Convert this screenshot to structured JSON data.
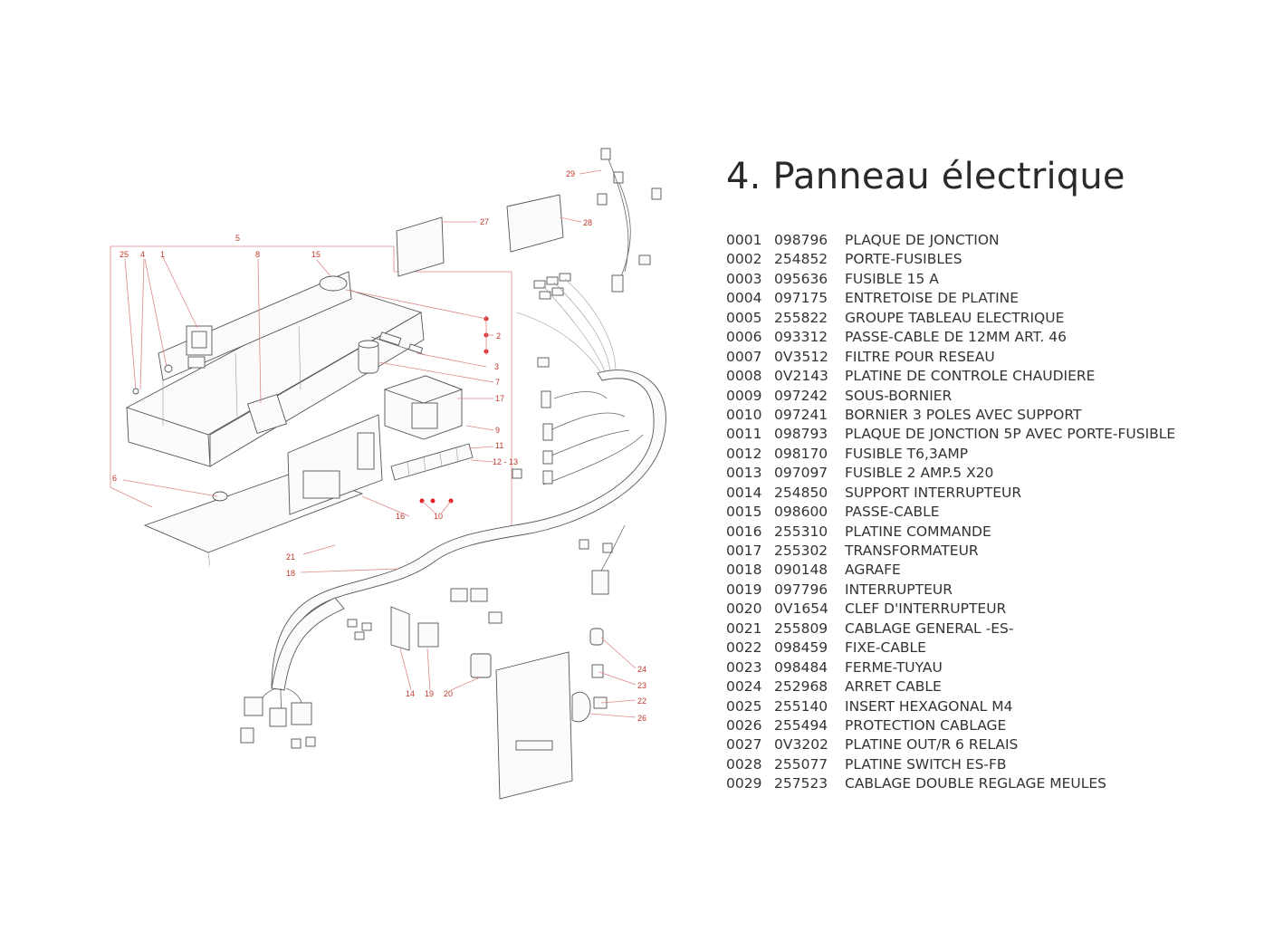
{
  "title": "4. Panneau électrique",
  "parts": [
    {
      "num": "0001",
      "code": "098796",
      "desc": "PLAQUE DE JONCTION"
    },
    {
      "num": "0002",
      "code": "254852",
      "desc": "PORTE-FUSIBLES"
    },
    {
      "num": "0003",
      "code": "095636",
      "desc": "FUSIBLE 15 A"
    },
    {
      "num": "0004",
      "code": "097175",
      "desc": "ENTRETOISE DE PLATINE"
    },
    {
      "num": "0005",
      "code": "255822",
      "desc": "GROUPE TABLEAU ELECTRIQUE"
    },
    {
      "num": "0006",
      "code": "093312",
      "desc": "PASSE-CABLE DE 12MM ART. 46"
    },
    {
      "num": "0007",
      "code": "0V3512",
      "desc": "FILTRE POUR RESEAU"
    },
    {
      "num": "0008",
      "code": "0V2143",
      "desc": "PLATINE DE CONTROLE CHAUDIERE"
    },
    {
      "num": "0009",
      "code": "097242",
      "desc": "SOUS-BORNIER"
    },
    {
      "num": "0010",
      "code": "097241",
      "desc": "BORNIER 3 POLES AVEC SUPPORT"
    },
    {
      "num": "0011",
      "code": "098793",
      "desc": "PLAQUE DE JONCTION 5P AVEC PORTE-FUSIBLE"
    },
    {
      "num": "0012",
      "code": "098170",
      "desc": "FUSIBLE T6,3AMP"
    },
    {
      "num": "0013",
      "code": "097097",
      "desc": "FUSIBLE 2 AMP.5 X20"
    },
    {
      "num": "0014",
      "code": "254850",
      "desc": "SUPPORT INTERRUPTEUR"
    },
    {
      "num": "0015",
      "code": "098600",
      "desc": "PASSE-CABLE"
    },
    {
      "num": "0016",
      "code": "255310",
      "desc": "PLATINE COMMANDE"
    },
    {
      "num": "0017",
      "code": "255302",
      "desc": "TRANSFORMATEUR"
    },
    {
      "num": "0018",
      "code": "090148",
      "desc": "AGRAFE"
    },
    {
      "num": "0019",
      "code": "097796",
      "desc": "INTERRUPTEUR"
    },
    {
      "num": "0020",
      "code": "0V1654",
      "desc": "CLEF D'INTERRUPTEUR"
    },
    {
      "num": "0021",
      "code": "255809",
      "desc": "CABLAGE GENERAL -ES-"
    },
    {
      "num": "0022",
      "code": "098459",
      "desc": "FIXE-CABLE"
    },
    {
      "num": "0023",
      "code": "098484",
      "desc": "FERME-TUYAU"
    },
    {
      "num": "0024",
      "code": "252968",
      "desc": "ARRET CABLE"
    },
    {
      "num": "0025",
      "code": "255140",
      "desc": "INSERT HEXAGONAL M4"
    },
    {
      "num": "0026",
      "code": "255494",
      "desc": "PROTECTION CABLAGE"
    },
    {
      "num": "0027",
      "code": "0V3202",
      "desc": "PLATINE OUT/R 6 RELAIS"
    },
    {
      "num": "0028",
      "code": "255077",
      "desc": "PLATINE SWITCH ES-FB"
    },
    {
      "num": "0029",
      "code": "257523",
      "desc": "CABLAGE DOUBLE REGLAGE MEULES"
    }
  ],
  "callouts": {
    "c1": "1",
    "c2": "2",
    "c3": "3",
    "c4": "4",
    "c5": "5",
    "c6": "6",
    "c7": "7",
    "c8": "8",
    "c9": "9",
    "c10": "10",
    "c11": "11",
    "c12_13": "12 - 13",
    "c14": "14",
    "c15": "15",
    "c16": "16",
    "c17": "17",
    "c18": "18",
    "c19": "19",
    "c20": "20",
    "c21": "21",
    "c22": "22",
    "c23": "23",
    "c24": "24",
    "c25": "25",
    "c26": "26",
    "c27": "27",
    "c28": "28",
    "c29": "29"
  },
  "colors": {
    "callout": "#c0392b",
    "marker": "#e02020"
  }
}
